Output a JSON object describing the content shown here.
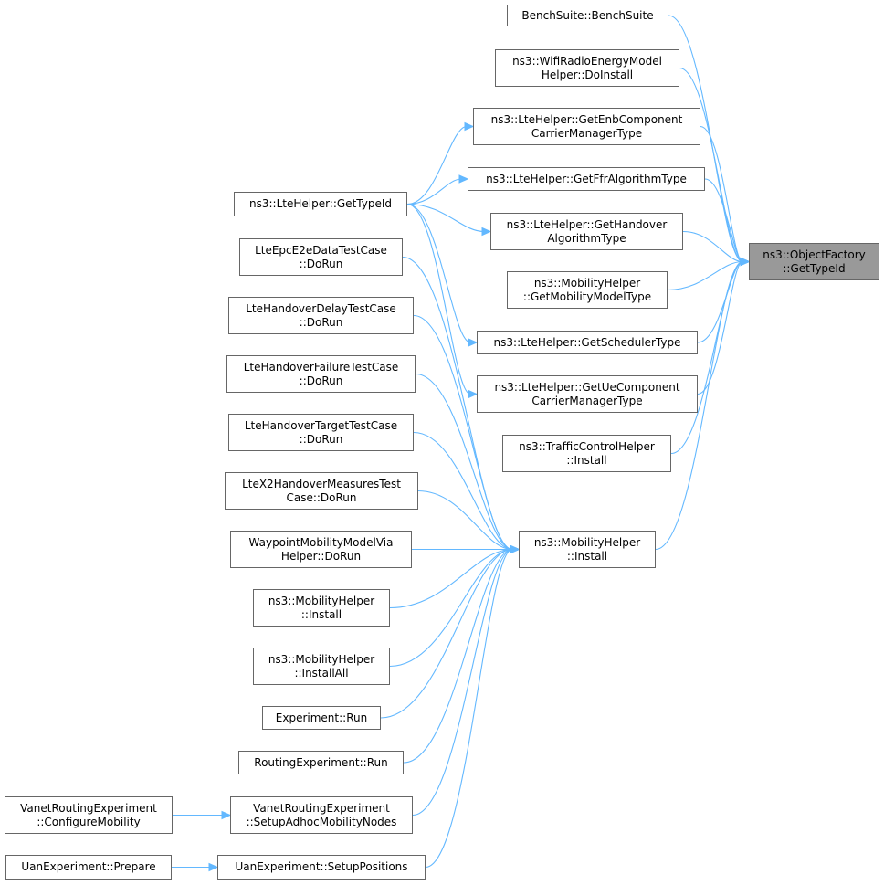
{
  "graph": {
    "edge_color": "#63b8ff",
    "node_border_color": "#666666",
    "focus_fill_color": "#999999",
    "nodes": {
      "object_factory_gettypeid": {
        "line1": "ns3::ObjectFactory",
        "line2": "::GetTypeId"
      },
      "bench_suite": {
        "line1": "BenchSuite::BenchSuite",
        "line2": ""
      },
      "wifi_radio_energy": {
        "line1": "ns3::WifiRadioEnergyModel",
        "line2": "Helper::DoInstall"
      },
      "lte_enb_cc_mgr": {
        "line1": "ns3::LteHelper::GetEnbComponent",
        "line2": "CarrierManagerType"
      },
      "lte_ffr_algo": {
        "line1": "ns3::LteHelper::GetFfrAlgorithmType",
        "line2": ""
      },
      "lte_gettypeid": {
        "line1": "ns3::LteHelper::GetTypeId",
        "line2": ""
      },
      "lte_handover_algo": {
        "line1": "ns3::LteHelper::GetHandover",
        "line2": "AlgorithmType"
      },
      "mobility_model_type": {
        "line1": "ns3::MobilityHelper",
        "line2": "::GetMobilityModelType"
      },
      "lte_scheduler_type": {
        "line1": "ns3::LteHelper::GetSchedulerType",
        "line2": ""
      },
      "lte_ue_cc_mgr": {
        "line1": "ns3::LteHelper::GetUeComponent",
        "line2": "CarrierManagerType"
      },
      "traffic_control_install": {
        "line1": "ns3::TrafficControlHelper",
        "line2": "::Install"
      },
      "mobility_install": {
        "line1": "ns3::MobilityHelper",
        "line2": "::Install"
      },
      "lte_epc_e2e": {
        "line1": "LteEpcE2eDataTestCase",
        "line2": "::DoRun"
      },
      "lte_handover_delay": {
        "line1": "LteHandoverDelayTestCase",
        "line2": "::DoRun"
      },
      "lte_handover_failure": {
        "line1": "LteHandoverFailureTestCase",
        "line2": "::DoRun"
      },
      "lte_handover_target": {
        "line1": "LteHandoverTargetTestCase",
        "line2": "::DoRun"
      },
      "ltex2_handover": {
        "line1": "LteX2HandoverMeasuresTest",
        "line2": "Case::DoRun"
      },
      "waypoint_mobility": {
        "line1": "WaypointMobilityModelVia",
        "line2": "Helper::DoRun"
      },
      "mobility_install_2": {
        "line1": "ns3::MobilityHelper",
        "line2": "::Install"
      },
      "mobility_install_all": {
        "line1": "ns3::MobilityHelper",
        "line2": "::InstallAll"
      },
      "experiment_run": {
        "line1": "Experiment::Run",
        "line2": ""
      },
      "routing_experiment_run": {
        "line1": "RoutingExperiment::Run",
        "line2": ""
      },
      "vanet_setup_adhoc": {
        "line1": "VanetRoutingExperiment",
        "line2": "::SetupAdhocMobilityNodes"
      },
      "vanet_configure_mobility": {
        "line1": "VanetRoutingExperiment",
        "line2": "::ConfigureMobility"
      },
      "uan_setup_positions": {
        "line1": "UanExperiment::SetupPositions",
        "line2": ""
      },
      "uan_prepare": {
        "line1": "UanExperiment::Prepare",
        "line2": ""
      }
    },
    "edges": [
      {
        "from": "bench_suite",
        "to": "object_factory_gettypeid"
      },
      {
        "from": "wifi_radio_energy",
        "to": "object_factory_gettypeid"
      },
      {
        "from": "lte_enb_cc_mgr",
        "to": "object_factory_gettypeid"
      },
      {
        "from": "lte_ffr_algo",
        "to": "object_factory_gettypeid"
      },
      {
        "from": "lte_handover_algo",
        "to": "object_factory_gettypeid"
      },
      {
        "from": "mobility_model_type",
        "to": "object_factory_gettypeid"
      },
      {
        "from": "lte_scheduler_type",
        "to": "object_factory_gettypeid"
      },
      {
        "from": "lte_ue_cc_mgr",
        "to": "object_factory_gettypeid"
      },
      {
        "from": "traffic_control_install",
        "to": "object_factory_gettypeid"
      },
      {
        "from": "mobility_install",
        "to": "object_factory_gettypeid"
      },
      {
        "from": "lte_gettypeid",
        "to": "lte_enb_cc_mgr"
      },
      {
        "from": "lte_gettypeid",
        "to": "lte_ffr_algo"
      },
      {
        "from": "lte_gettypeid",
        "to": "lte_handover_algo"
      },
      {
        "from": "lte_gettypeid",
        "to": "lte_scheduler_type"
      },
      {
        "from": "lte_gettypeid",
        "to": "lte_ue_cc_mgr"
      },
      {
        "from": "lte_epc_e2e",
        "to": "mobility_install"
      },
      {
        "from": "lte_handover_delay",
        "to": "mobility_install"
      },
      {
        "from": "lte_handover_failure",
        "to": "mobility_install"
      },
      {
        "from": "lte_handover_target",
        "to": "mobility_install"
      },
      {
        "from": "ltex2_handover",
        "to": "mobility_install"
      },
      {
        "from": "waypoint_mobility",
        "to": "mobility_install"
      },
      {
        "from": "mobility_install_2",
        "to": "mobility_install"
      },
      {
        "from": "mobility_install_all",
        "to": "mobility_install"
      },
      {
        "from": "experiment_run",
        "to": "mobility_install"
      },
      {
        "from": "routing_experiment_run",
        "to": "mobility_install"
      },
      {
        "from": "vanet_setup_adhoc",
        "to": "mobility_install"
      },
      {
        "from": "uan_setup_positions",
        "to": "mobility_install"
      },
      {
        "from": "vanet_configure_mobility",
        "to": "vanet_setup_adhoc"
      },
      {
        "from": "uan_prepare",
        "to": "uan_setup_positions"
      }
    ]
  }
}
